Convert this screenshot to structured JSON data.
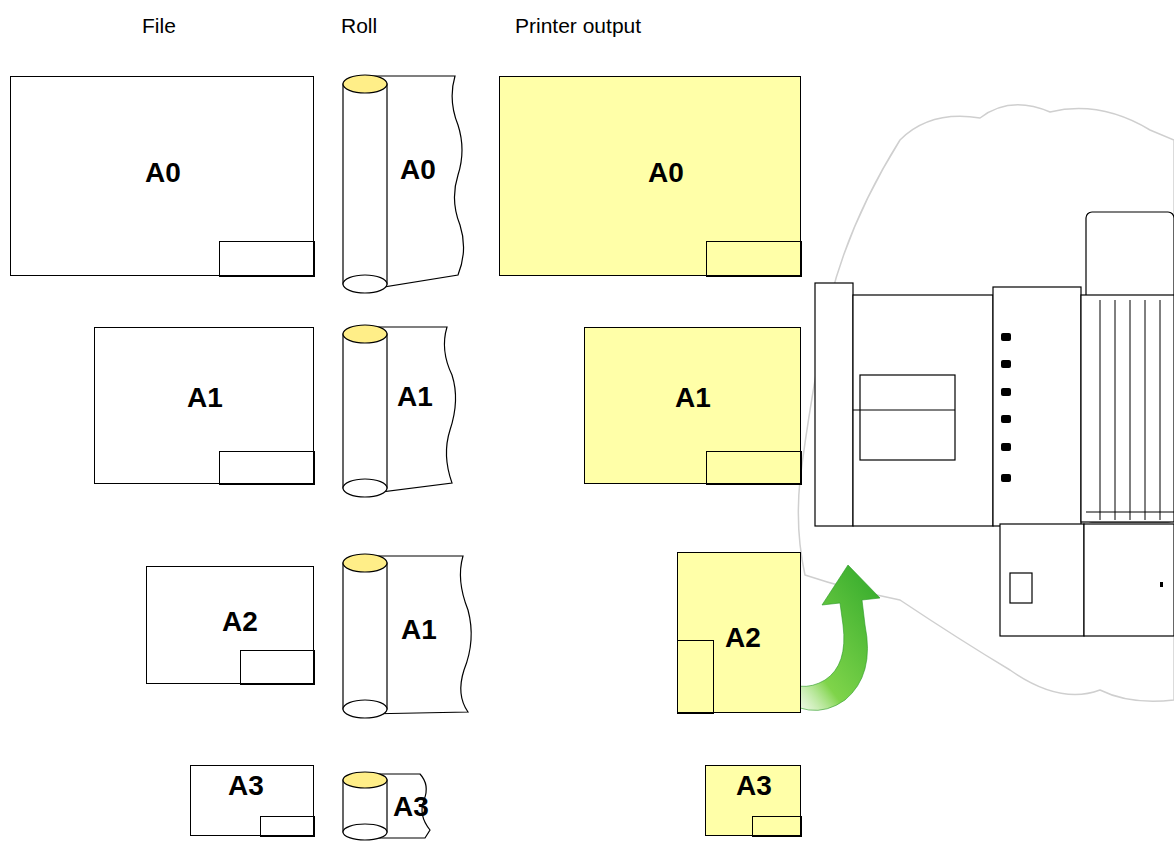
{
  "diagram": {
    "nodes": [
      {
        "text": [
          "A0"
        ]
      },
      {
        "text": [
          "A0"
        ]
      },
      {
        "text": [
          "A0"
        ]
      },
      {
        "text": [
          "A1"
        ]
      },
      {
        "text": [
          "A1"
        ]
      },
      {
        "text": [
          "A1"
        ]
      },
      {
        "text": [
          "A2"
        ]
      },
      {
        "text": [
          "A1"
        ]
      },
      {
        "text": [
          "A2"
        ]
      },
      {
        "text": [
          "A3"
        ]
      },
      {
        "text": [
          "A3"
        ]
      },
      {
        "text": [
          "A3"
        ]
      }
    ],
    "labels": [
      "File",
      "Roll",
      "Printer output"
    ]
  }
}
